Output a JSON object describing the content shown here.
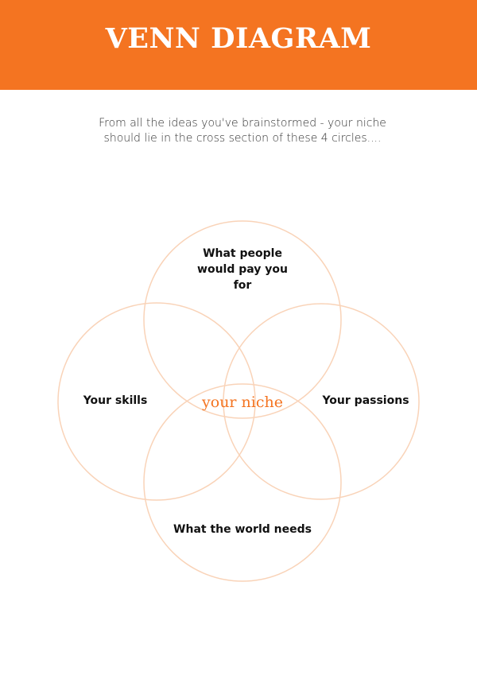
{
  "header": {
    "title": "VENN DIAGRAM"
  },
  "intro": {
    "text": "From all the ideas you've brainstormed - your niche should lie in the cross section of these 4 circles...."
  },
  "diagram": {
    "circles": [
      {
        "label": "What people would pay you for"
      },
      {
        "label": "Your skills"
      },
      {
        "label": "Your passions"
      },
      {
        "label": "What the world needs"
      }
    ],
    "center_label": "your niche",
    "colors": {
      "accent": "#f47421",
      "circle_stroke": "#f9d3b8"
    }
  }
}
